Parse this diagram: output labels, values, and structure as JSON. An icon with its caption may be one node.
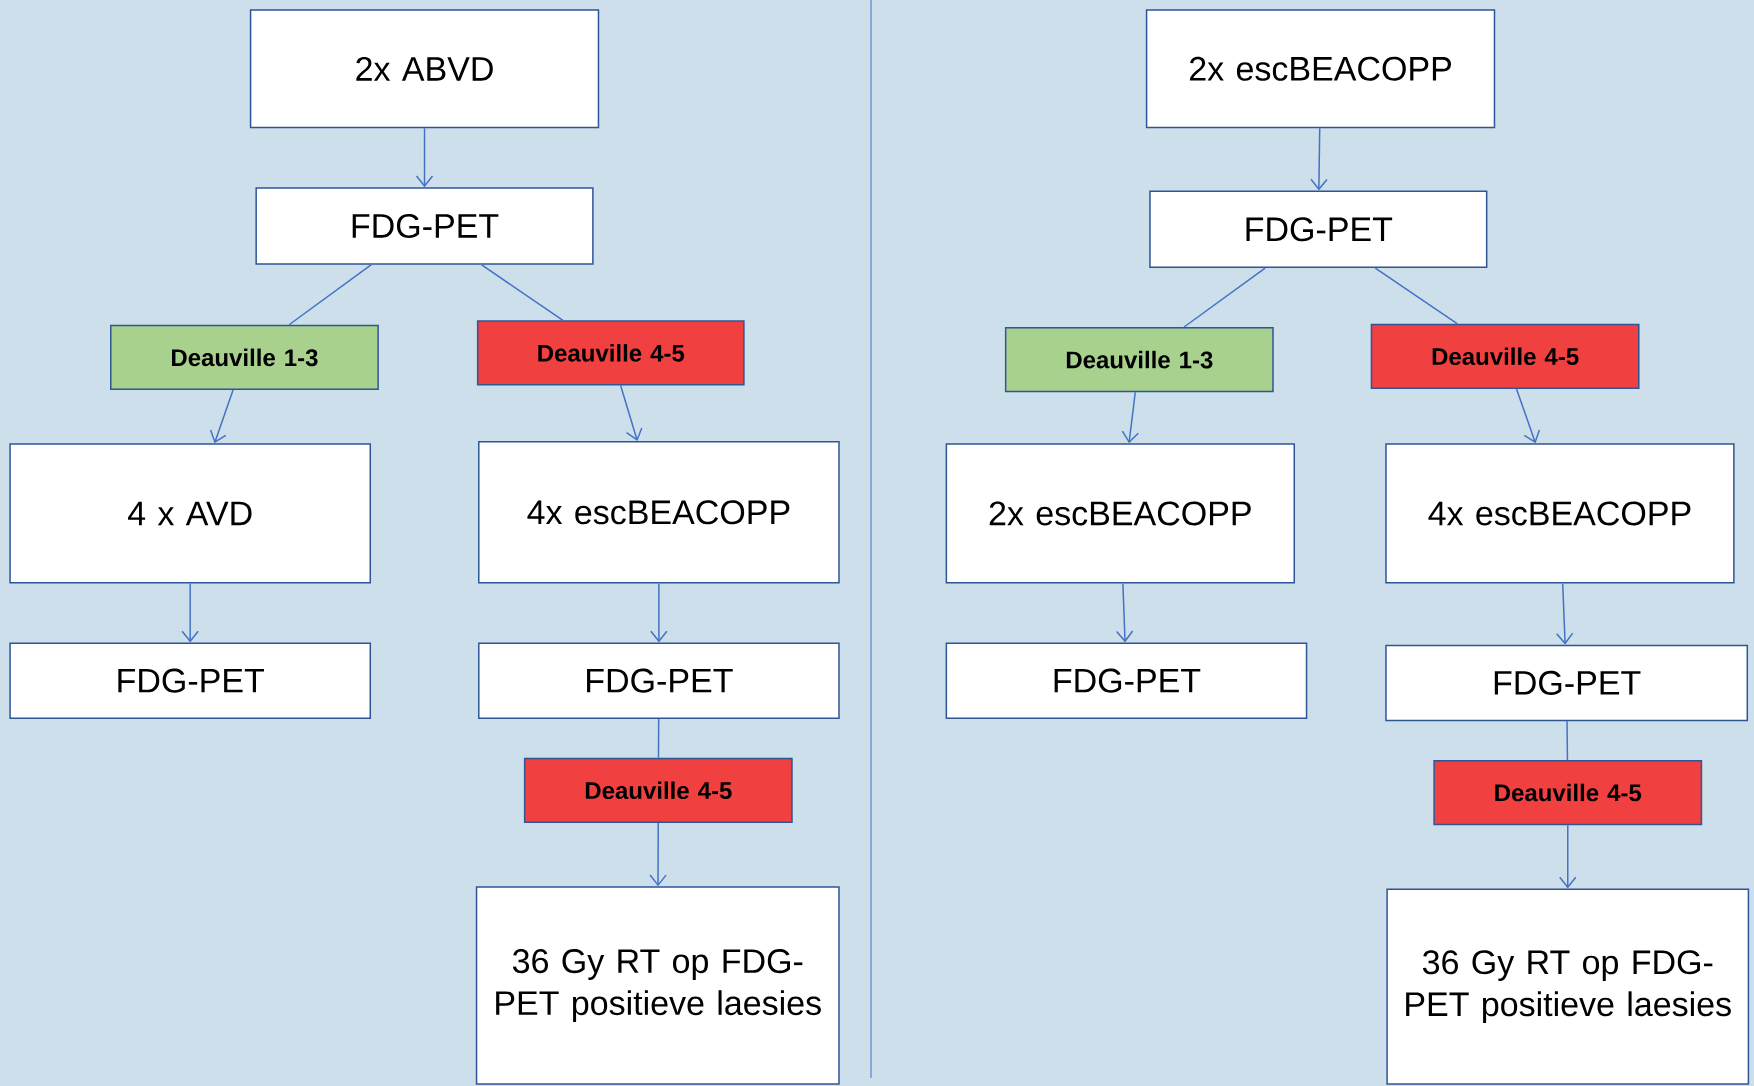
{
  "diagram": {
    "nodes": [
      {
        "text": [
          "2x ABVD"
        ]
      },
      {
        "text": [
          "FDG-PET"
        ]
      },
      {
        "text": [
          "Deauville 1-3"
        ]
      },
      {
        "text": [
          "Deauville 4-5"
        ]
      },
      {
        "text": [
          "4 x AVD"
        ]
      },
      {
        "text": [
          "4x escBEACOPP"
        ]
      },
      {
        "text": [
          "FDG-PET"
        ]
      },
      {
        "text": [
          "FDG-PET"
        ]
      },
      {
        "text": [
          "Deauville 4-5"
        ]
      },
      {
        "text": [
          "36 Gy RT op FDG-PET positieve laesies"
        ]
      },
      {
        "text": [
          "2x escBEACOPP"
        ]
      },
      {
        "text": [
          "FDG-PET"
        ]
      },
      {
        "text": [
          "Deauville 1-3"
        ]
      },
      {
        "text": [
          "Deauville 4-5"
        ]
      },
      {
        "text": [
          "2x escBEACOPP"
        ]
      },
      {
        "text": [
          "4x escBEACOPP"
        ]
      },
      {
        "text": [
          "FDG-PET"
        ]
      },
      {
        "text": [
          "FDG-PET"
        ]
      },
      {
        "text": [
          "Deauville 4-5"
        ]
      },
      {
        "text": [
          "36 Gy RT op FDG-PET positieve laesies"
        ]
      }
    ],
    "edges": [
      {
        "from": 0,
        "to": 1,
        "arrow": "to"
      },
      {
        "from": 1,
        "to": 2,
        "arrow": "none"
      },
      {
        "from": 1,
        "to": 3,
        "arrow": "none"
      },
      {
        "from": 2,
        "to": 4,
        "arrow": "to"
      },
      {
        "from": 3,
        "to": 5,
        "arrow": "to"
      },
      {
        "from": 4,
        "to": 6,
        "arrow": "to"
      },
      {
        "from": 5,
        "to": 7,
        "arrow": "to"
      },
      {
        "from": 7,
        "to": 8,
        "arrow": "none"
      },
      {
        "from": 8,
        "to": 9,
        "arrow": "to"
      },
      {
        "from": 10,
        "to": 11,
        "arrow": "to"
      },
      {
        "from": 11,
        "to": 12,
        "arrow": "none"
      },
      {
        "from": 11,
        "to": 13,
        "arrow": "none"
      },
      {
        "from": 12,
        "to": 14,
        "arrow": "to"
      },
      {
        "from": 13,
        "to": 15,
        "arrow": "to"
      },
      {
        "from": 14,
        "to": 16,
        "arrow": "to"
      },
      {
        "from": 15,
        "to": 17,
        "arrow": "to"
      },
      {
        "from": 17,
        "to": 18,
        "arrow": "none"
      },
      {
        "from": 18,
        "to": 19,
        "arrow": "to"
      }
    ]
  }
}
